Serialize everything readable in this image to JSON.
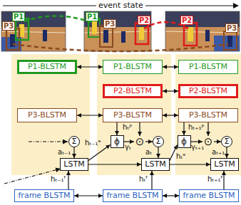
{
  "diagram": {
    "nodes": [
      {
        "text": [
          "P1-BLSTM"
        ]
      },
      {
        "text": [
          "P1-BLSTM"
        ]
      },
      {
        "text": [
          "P1-BLSTM"
        ]
      },
      {
        "text": [
          "P2-BLSTM"
        ]
      },
      {
        "text": [
          "P2-BLSTM"
        ]
      },
      {
        "text": [
          "P3-BLSTM"
        ]
      },
      {
        "text": [
          "P3-BLSTM"
        ]
      },
      {
        "text": [
          "P3-BLSTM"
        ]
      },
      {
        "text": [
          "Σ"
        ]
      },
      {
        "text": [
          "ϕ"
        ]
      },
      {
        "text": [
          "⊙"
        ]
      },
      {
        "text": [
          "Σ"
        ]
      },
      {
        "text": [
          "ϕ"
        ]
      },
      {
        "text": [
          "⊙"
        ]
      },
      {
        "text": [
          "Σ"
        ]
      },
      {
        "text": [
          "LSTM"
        ]
      },
      {
        "text": [
          "LSTM"
        ]
      },
      {
        "text": [
          "LSTM"
        ]
      },
      {
        "text": [
          "frame BLSTM"
        ]
      },
      {
        "text": [
          "frame BLSTM"
        ]
      },
      {
        "text": [
          "frame BLSTM"
        ]
      }
    ],
    "edges": [
      {
        "from": 0,
        "to": 1,
        "arrow": "both"
      },
      {
        "from": 1,
        "to": 2,
        "arrow": "both"
      },
      {
        "from": 3,
        "to": 4,
        "arrow": "both"
      },
      {
        "from": 5,
        "to": 6,
        "arrow": "both"
      },
      {
        "from": 6,
        "to": 7,
        "arrow": "both"
      },
      {
        "from": 6,
        "to": 9,
        "arrow": "to",
        "label": "hₜᵖ"
      },
      {
        "from": 6,
        "to": 10,
        "arrow": "to"
      },
      {
        "from": 7,
        "to": 12,
        "arrow": "to",
        "label": "hₜ₊₁ᵖ"
      },
      {
        "from": 7,
        "to": 13,
        "arrow": "to"
      },
      {
        "from": 9,
        "to": 10,
        "arrow": "to",
        "label": "γₜ"
      },
      {
        "from": 10,
        "to": 11,
        "arrow": "to"
      },
      {
        "from": 12,
        "to": 13,
        "arrow": "to",
        "label": "γₜ₊₁"
      },
      {
        "from": 13,
        "to": 14,
        "arrow": "to"
      },
      {
        "from": 8,
        "to": 15,
        "arrow": "to",
        "label": "aₜ₋₁"
      },
      {
        "from": 11,
        "to": 16,
        "arrow": "to",
        "label": "aₜ"
      },
      {
        "from": 14,
        "to": 17,
        "arrow": "to",
        "label": "aₜ₊₁"
      },
      {
        "from": 15,
        "to": 16,
        "arrow": "to"
      },
      {
        "from": 16,
        "to": 17,
        "arrow": "to"
      },
      {
        "from": 15,
        "to": 9,
        "arrow": "to",
        "label": "hₜ₋₁ᵉ"
      },
      {
        "from": 16,
        "to": 12,
        "arrow": "to",
        "label": "hₜᵉ"
      },
      {
        "from": 18,
        "to": 15,
        "arrow": "to",
        "label": "hₜ₋₁ᶠ"
      },
      {
        "from": 19,
        "to": 16,
        "arrow": "to",
        "label": "hₜᶠ"
      },
      {
        "from": 20,
        "to": 17,
        "arrow": "to",
        "label": "hₜ₊₁ᶠ"
      },
      {
        "from": 18,
        "to": 19,
        "arrow": "both"
      },
      {
        "from": 19,
        "to": 20,
        "arrow": "both"
      }
    ],
    "labels": [
      "event state",
      "P1",
      "P3",
      "P1",
      "P3",
      "P2",
      "P2",
      "P3"
    ]
  }
}
